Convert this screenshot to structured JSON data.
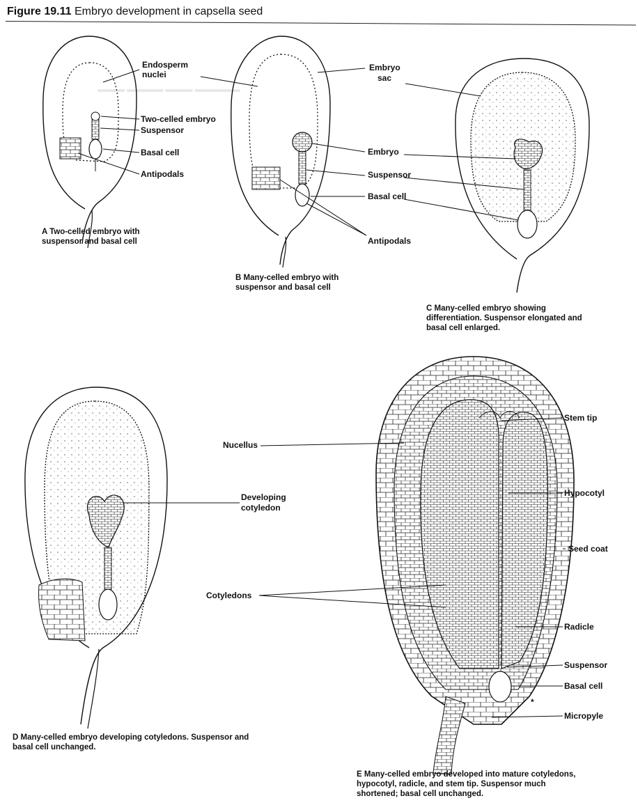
{
  "figure": {
    "number": "Figure 19.11",
    "title": "Embryo development in capsella seed"
  },
  "labels": {
    "endosperm_nuclei": [
      "Endosperm",
      "nuclei"
    ],
    "two_celled_embryo": "Two-celled embryo",
    "suspensor": "Suspensor",
    "basal_cell": "Basal cell",
    "antipodals": "Antipodals",
    "embryo_sac": [
      "Embryo",
      "sac"
    ],
    "embryo": "Embryo",
    "developing_cotyledon": [
      "Developing",
      "cotyledon"
    ],
    "stem_tip": "Stem tip",
    "nucellus": "Nucellus",
    "hypocotyl": "Hypocotyl",
    "seed_coat": "Seed coat",
    "cotyledons": "Cotyledons",
    "radicle": "Radicle",
    "micropyle": "Micropyle",
    "asterisk": "*"
  },
  "captions": {
    "A": "A  Two-celled embryo with\n    suspensor and basal cell",
    "B": "B  Many-celled embryo with\n    suspensor and basal cell",
    "C": "C  Many-celled embryo showing\n    differentiation. Suspensor elongated and\n    basal cell enlarged.",
    "D": "D  Many-celled embryo developing cotyledons. Suspensor and\n    basal cell unchanged.",
    "E": "E  Many-celled embryo developed into mature cotyledons,\n    hypocotyl, radicle, and stem tip. Suspensor much\n    shortened; basal cell unchanged."
  }
}
